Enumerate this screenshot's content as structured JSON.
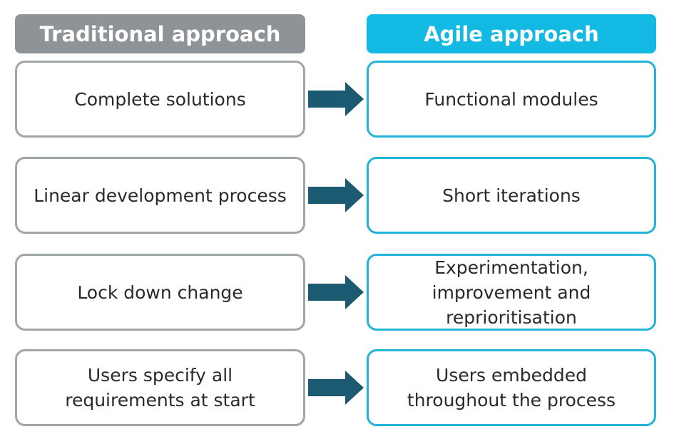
{
  "headers": {
    "traditional": "Traditional approach",
    "agile": "Agile approach"
  },
  "rows": [
    {
      "traditional": "Complete solutions",
      "agile": "Functional modules"
    },
    {
      "traditional": "Linear development process",
      "agile": "Short iterations"
    },
    {
      "traditional": "Lock down change",
      "agile": "Experimentation, improvement and reprioritisation"
    },
    {
      "traditional": "Users specify all requirements at start",
      "agile": "Users embedded throughout the process"
    }
  ],
  "colors": {
    "traditional_header": "#8d9396",
    "agile_header": "#12b9e3",
    "traditional_border": "#a0a5a8",
    "agile_border": "#22b3d9",
    "arrow": "#1b5a71"
  },
  "icons": {
    "arrow": "arrow-right-icon"
  }
}
